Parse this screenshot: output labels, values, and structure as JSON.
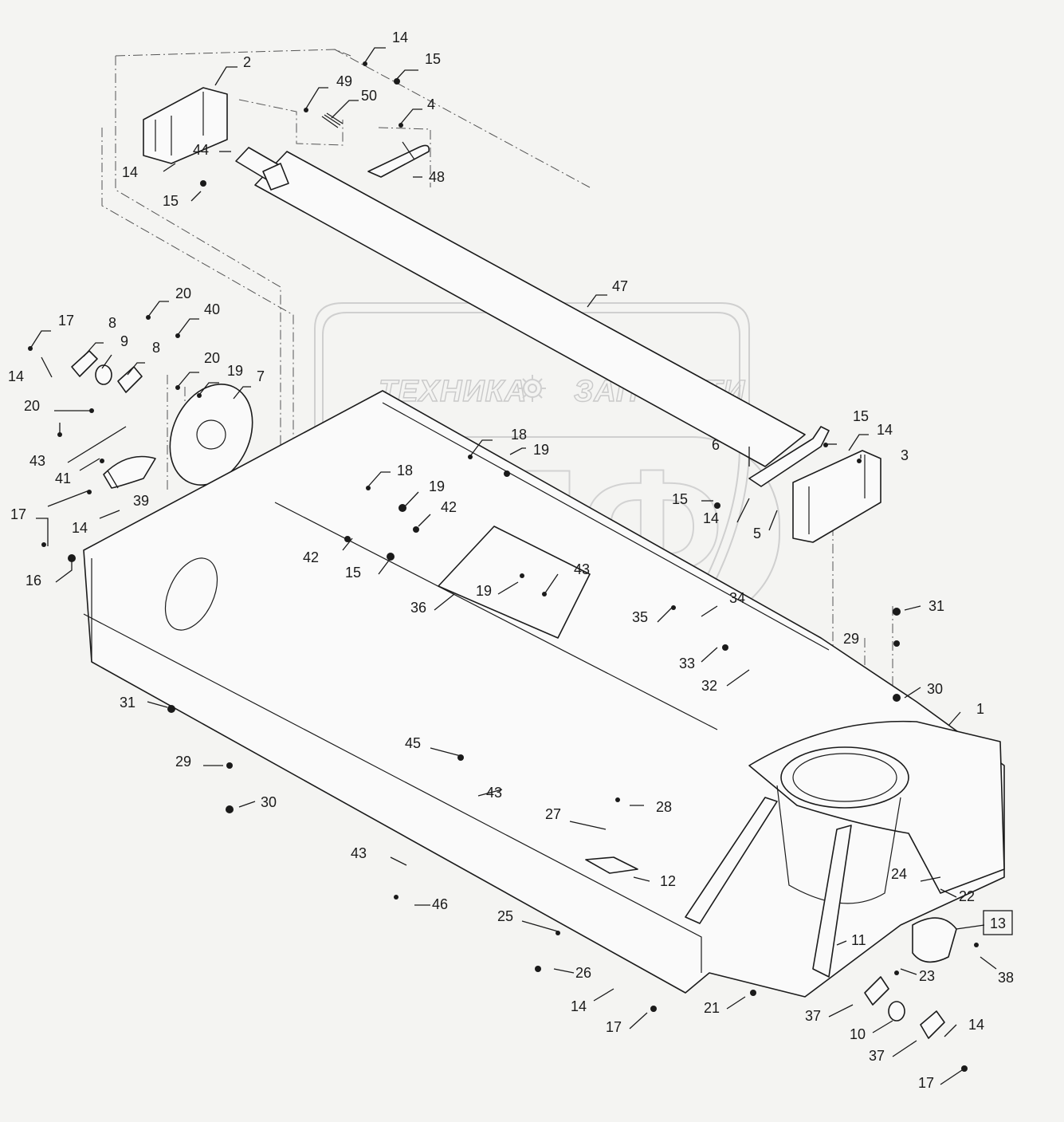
{
  "watermark": {
    "left_word": "ТЕХНИКА",
    "right_word": "ЗАПЧАСТИ",
    "logo_letters": "ЭПФ",
    "gear_icon": "gear-icon"
  },
  "callouts": [
    {
      "id": "c1",
      "label": "14"
    },
    {
      "id": "c2",
      "label": "15"
    },
    {
      "id": "c3",
      "label": "2"
    },
    {
      "id": "c4",
      "label": "49"
    },
    {
      "id": "c5",
      "label": "50"
    },
    {
      "id": "c6",
      "label": "4"
    },
    {
      "id": "c7",
      "label": "44"
    },
    {
      "id": "c8",
      "label": "14"
    },
    {
      "id": "c9",
      "label": "48"
    },
    {
      "id": "c10",
      "label": "15"
    },
    {
      "id": "c11",
      "label": "47"
    },
    {
      "id": "c12",
      "label": "20"
    },
    {
      "id": "c13",
      "label": "40"
    },
    {
      "id": "c14",
      "label": "17"
    },
    {
      "id": "c15",
      "label": "8"
    },
    {
      "id": "c16",
      "label": "9"
    },
    {
      "id": "c17",
      "label": "8"
    },
    {
      "id": "c18",
      "label": "20"
    },
    {
      "id": "c19",
      "label": "19"
    },
    {
      "id": "c20",
      "label": "7"
    },
    {
      "id": "c21",
      "label": "14"
    },
    {
      "id": "c22",
      "label": "20"
    },
    {
      "id": "c23",
      "label": "43"
    },
    {
      "id": "c24",
      "label": "41"
    },
    {
      "id": "c25",
      "label": "39"
    },
    {
      "id": "c26",
      "label": "17"
    },
    {
      "id": "c27",
      "label": "14"
    },
    {
      "id": "c28",
      "label": "16"
    },
    {
      "id": "c29",
      "label": "18"
    },
    {
      "id": "c30",
      "label": "19"
    },
    {
      "id": "c31",
      "label": "18"
    },
    {
      "id": "c32",
      "label": "19"
    },
    {
      "id": "c33",
      "label": "42"
    },
    {
      "id": "c34",
      "label": "42"
    },
    {
      "id": "c35",
      "label": "15"
    },
    {
      "id": "c36",
      "label": "19"
    },
    {
      "id": "c37",
      "label": "43"
    },
    {
      "id": "c38",
      "label": "36"
    },
    {
      "id": "c39",
      "label": "15"
    },
    {
      "id": "c40",
      "label": "14"
    },
    {
      "id": "c41",
      "label": "6"
    },
    {
      "id": "c42",
      "label": "3"
    },
    {
      "id": "c43",
      "label": "15"
    },
    {
      "id": "c44",
      "label": "14"
    },
    {
      "id": "c45",
      "label": "5"
    },
    {
      "id": "c46",
      "label": "35"
    },
    {
      "id": "c47",
      "label": "34"
    },
    {
      "id": "c48",
      "label": "33"
    },
    {
      "id": "c49",
      "label": "32"
    },
    {
      "id": "c50",
      "label": "31"
    },
    {
      "id": "c51",
      "label": "29"
    },
    {
      "id": "c52",
      "label": "30"
    },
    {
      "id": "c53",
      "label": "1"
    },
    {
      "id": "c54",
      "label": "31"
    },
    {
      "id": "c55",
      "label": "29"
    },
    {
      "id": "c56",
      "label": "30"
    },
    {
      "id": "c57",
      "label": "45"
    },
    {
      "id": "c58",
      "label": "43"
    },
    {
      "id": "c59",
      "label": "28"
    },
    {
      "id": "c60",
      "label": "27"
    },
    {
      "id": "c61",
      "label": "43"
    },
    {
      "id": "c62",
      "label": "12"
    },
    {
      "id": "c63",
      "label": "46"
    },
    {
      "id": "c64",
      "label": "25"
    },
    {
      "id": "c65",
      "label": "26"
    },
    {
      "id": "c66",
      "label": "24"
    },
    {
      "id": "c67",
      "label": "22"
    },
    {
      "id": "c68",
      "label": "13"
    },
    {
      "id": "c69",
      "label": "11"
    },
    {
      "id": "c70",
      "label": "23"
    },
    {
      "id": "c71",
      "label": "38"
    },
    {
      "id": "c72",
      "label": "21"
    },
    {
      "id": "c73",
      "label": "14"
    },
    {
      "id": "c74",
      "label": "17"
    },
    {
      "id": "c75",
      "label": "37"
    },
    {
      "id": "c76",
      "label": "10"
    },
    {
      "id": "c77",
      "label": "37"
    },
    {
      "id": "c78",
      "label": "14"
    },
    {
      "id": "c79",
      "label": "17"
    }
  ]
}
